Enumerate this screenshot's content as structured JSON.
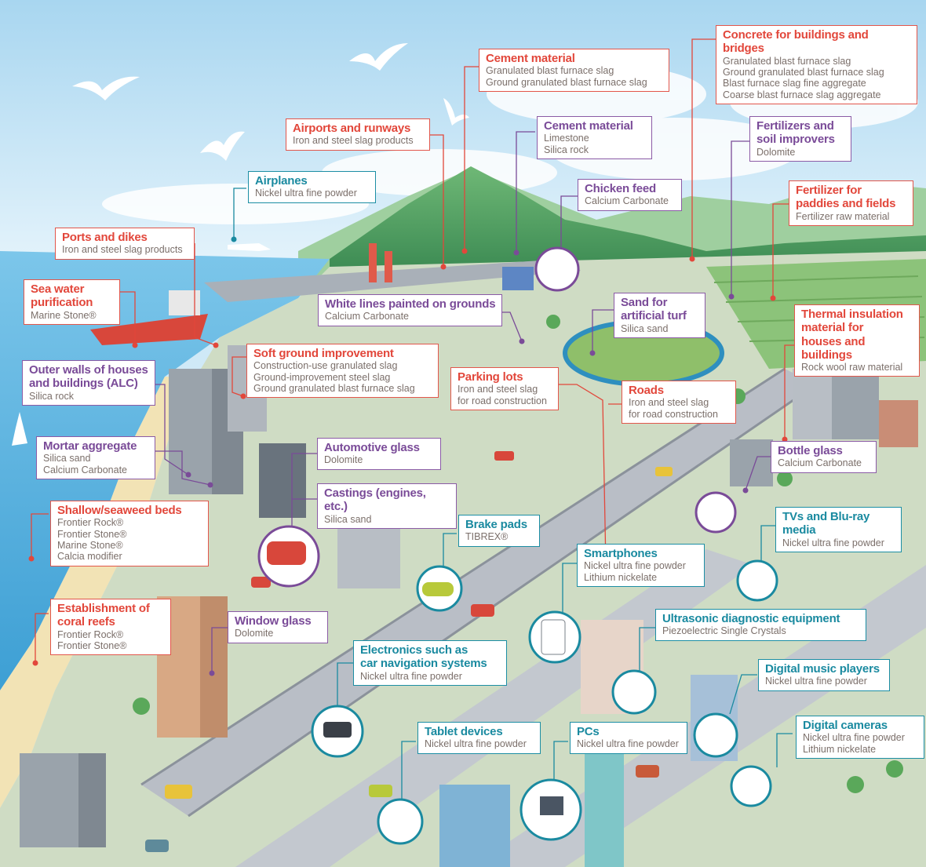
{
  "labels": {
    "concrete": {
      "title": "Concrete for buildings and bridges",
      "items": [
        "Granulated blast furnace slag",
        "Ground granulated blast furnace slag",
        "Blast furnace slag fine aggregate",
        "Coarse blast furnace slag aggregate"
      ]
    },
    "cement_red": {
      "title": "Cement material",
      "items": [
        "Granulated blast furnace slag",
        "Ground granulated blast furnace slag"
      ]
    },
    "airports": {
      "title": "Airports and runways",
      "items": [
        "Iron and steel slag products"
      ]
    },
    "cement_purple": {
      "title": "Cement material",
      "items": [
        "Limestone",
        "Silica rock"
      ]
    },
    "fertilizers_soil": {
      "title1": "Fertilizers and",
      "title2": "soil improvers",
      "items": [
        "Dolomite"
      ]
    },
    "airplanes": {
      "title": "Airplanes",
      "items": [
        "Nickel ultra fine powder"
      ]
    },
    "chicken": {
      "title": "Chicken feed",
      "items": [
        "Calcium Carbonate"
      ]
    },
    "fert_paddies": {
      "title1": "Fertilizer for",
      "title2": "paddies and fields",
      "items": [
        "Fertilizer raw material"
      ]
    },
    "ports": {
      "title": "Ports and dikes",
      "items": [
        "Iron and steel slag products"
      ]
    },
    "seawater": {
      "title1": "Sea water",
      "title2": "purification",
      "items": [
        "Marine Stone®"
      ]
    },
    "whitelines": {
      "title": "White lines painted on grounds",
      "items": [
        "Calcium Carbonate"
      ]
    },
    "sand_turf": {
      "title1": "Sand for",
      "title2": "artificial turf",
      "items": [
        "Silica sand"
      ]
    },
    "thermal": {
      "title1": "Thermal insulation",
      "title2": "material for",
      "title3": "houses and buildings",
      "items": [
        "Rock wool raw material"
      ]
    },
    "soft_ground": {
      "title": "Soft ground improvement",
      "items": [
        "Construction-use granulated slag",
        "Ground-improvement steel slag",
        "Ground granulated blast furnace slag"
      ]
    },
    "outer_walls": {
      "title1": "Outer walls of houses",
      "title2": "and buildings (ALC)",
      "items": [
        "Silica rock"
      ]
    },
    "parking": {
      "title": "Parking lots",
      "items": [
        "Iron and steel slag",
        "for road construction"
      ]
    },
    "roads": {
      "title": "Roads",
      "items": [
        "Iron and steel slag",
        "for road construction"
      ]
    },
    "mortar": {
      "title": "Mortar aggregate",
      "items": [
        "Silica sand",
        "Calcium Carbonate"
      ]
    },
    "auto_glass": {
      "title": "Automotive glass",
      "items": [
        "Dolomite"
      ]
    },
    "bottle_glass": {
      "title": "Bottle glass",
      "items": [
        "Calcium Carbonate"
      ]
    },
    "castings": {
      "title": "Castings (engines, etc.)",
      "items": [
        "Silica sand"
      ]
    },
    "shallow": {
      "title": "Shallow/seaweed beds",
      "items": [
        "Frontier Rock®",
        "Frontier Stone®",
        "Marine Stone®",
        "Calcia modifier"
      ]
    },
    "brake": {
      "title": "Brake pads",
      "items": [
        "TIBREX®"
      ]
    },
    "tvs": {
      "title": "TVs and Blu-ray media",
      "items": [
        "Nickel ultra fine powder"
      ]
    },
    "smartphones": {
      "title": "Smartphones",
      "items": [
        "Nickel ultra fine powder",
        "Lithium nickelate"
      ]
    },
    "coral": {
      "title1": "Establishment of",
      "title2": "coral reefs",
      "items": [
        "Frontier Rock®",
        "Frontier Stone®"
      ]
    },
    "window": {
      "title": "Window glass",
      "items": [
        "Dolomite"
      ]
    },
    "ultrasonic": {
      "title": "Ultrasonic diagnostic equipment",
      "items": [
        "Piezoelectric Single Crystals"
      ]
    },
    "electronics": {
      "title1": "Electronics such as",
      "title2": "car navigation systems",
      "items": [
        "Nickel ultra fine powder"
      ]
    },
    "music": {
      "title": "Digital music players",
      "items": [
        "Nickel ultra fine powder"
      ]
    },
    "cameras": {
      "title": "Digital cameras",
      "items": [
        "Nickel ultra fine powder",
        "Lithium nickelate"
      ]
    },
    "tablets": {
      "title": "Tablet devices",
      "items": [
        "Nickel ultra fine powder"
      ]
    },
    "pcs": {
      "title": "PCs",
      "items": [
        "Nickel ultra fine powder"
      ]
    }
  },
  "colors": {
    "red_category": "#e2473b",
    "purple_category": "#7a4b98",
    "teal_category": "#1a8aa0",
    "sky": "#cfe9f7",
    "sea": "#5fb7e0",
    "mountain": "#3f9a5a",
    "beach": "#f2e3b5",
    "road": "#b9bec6"
  }
}
